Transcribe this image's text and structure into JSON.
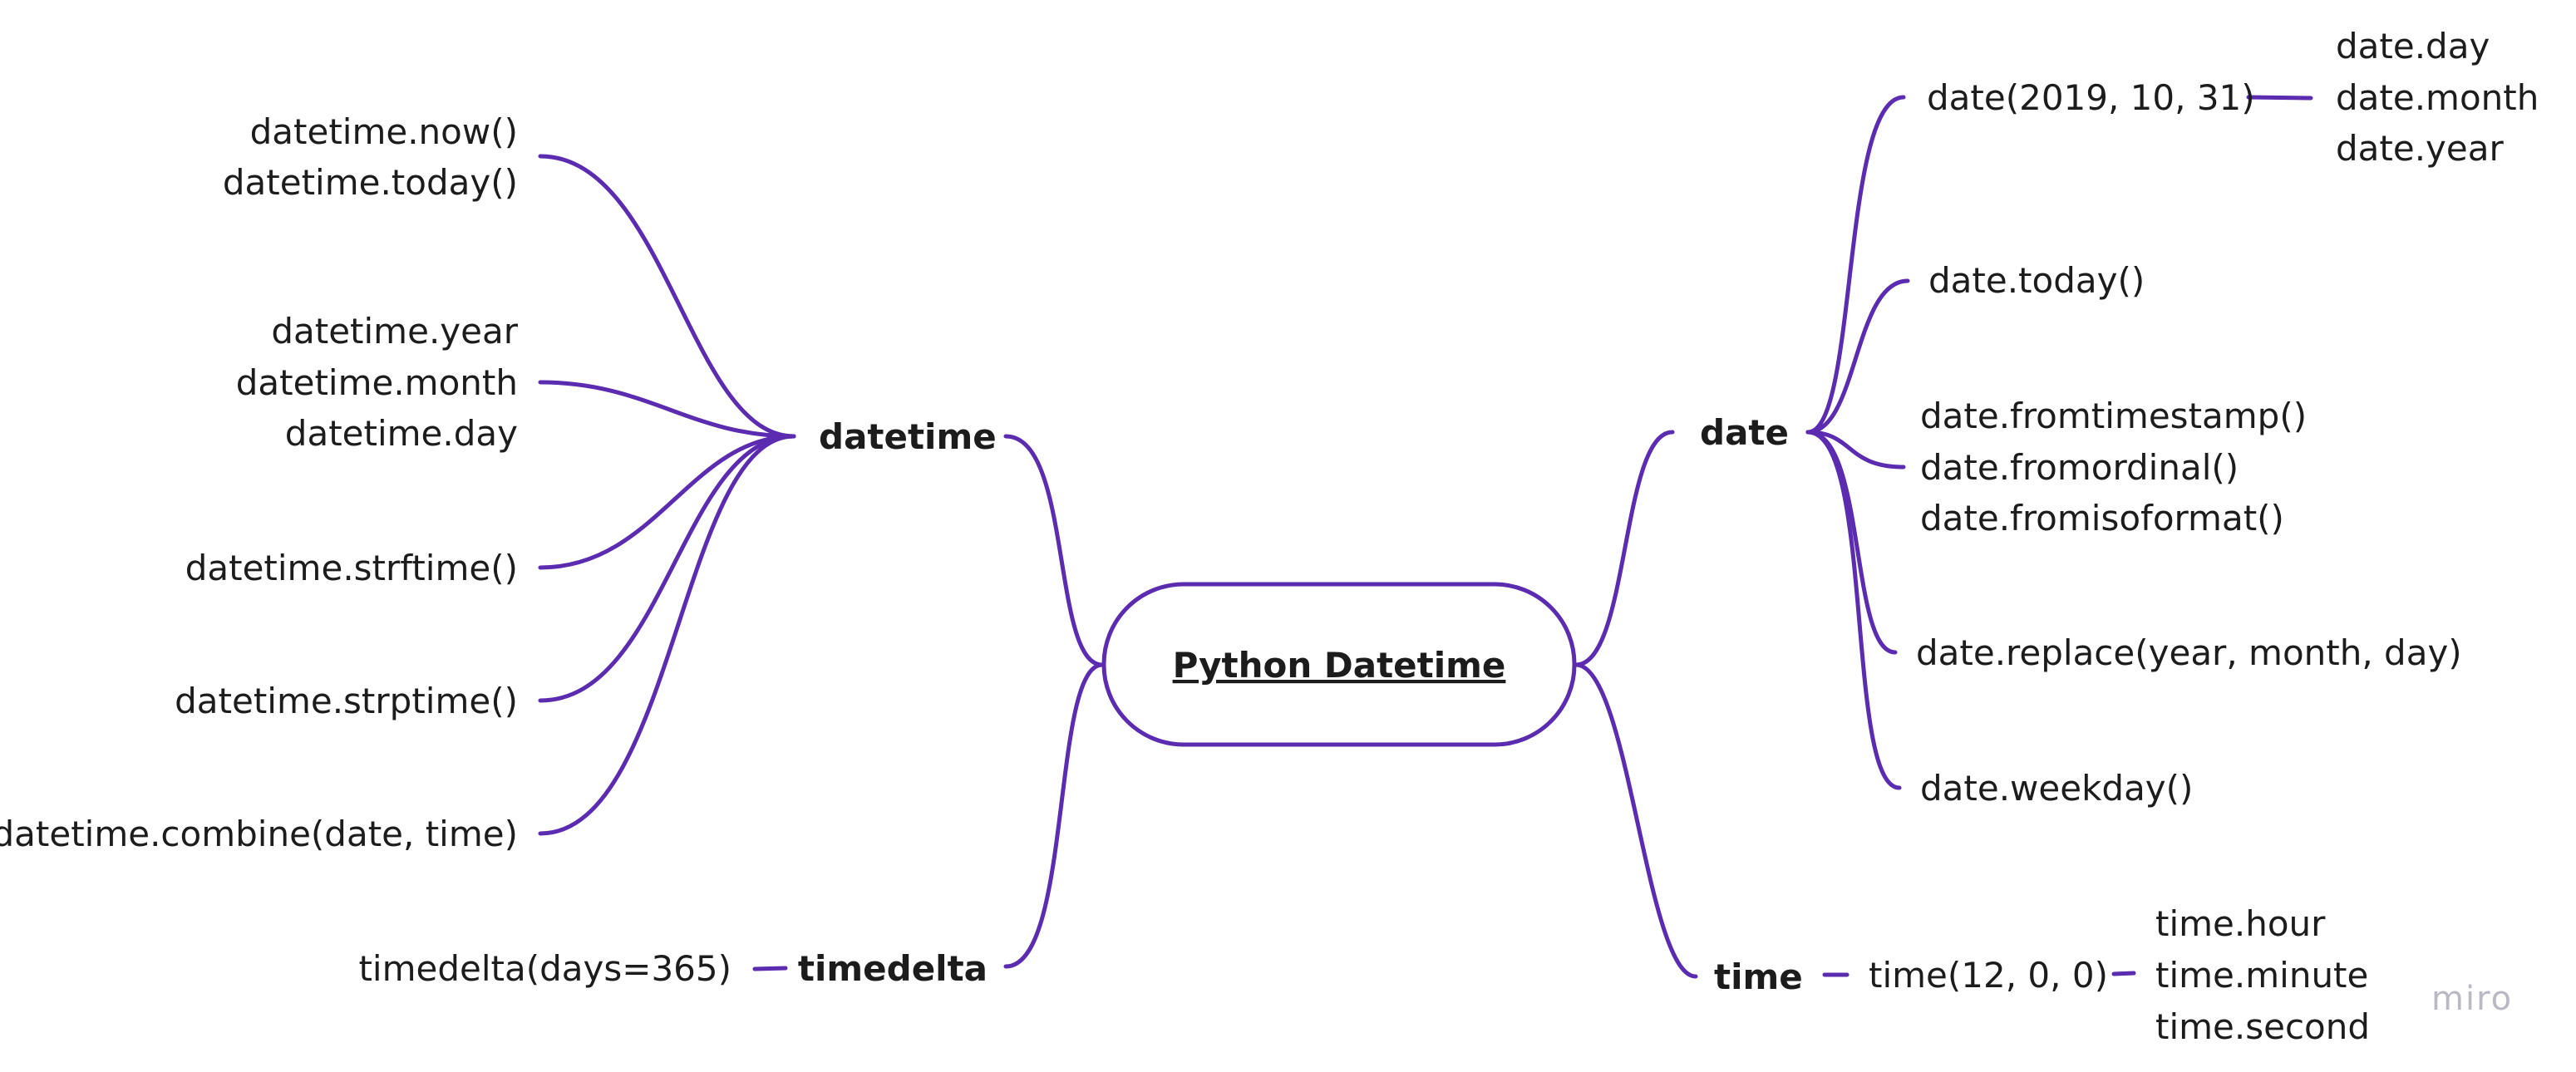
{
  "diagram": {
    "root": "Python Datetime",
    "watermark": "miro",
    "branches": {
      "datetime": {
        "label": "datetime",
        "groups": [
          [
            "datetime.now()",
            "datetime.today()"
          ],
          [
            "datetime.year",
            "datetime.month",
            "datetime.day"
          ],
          [
            "datetime.strftime()"
          ],
          [
            "datetime.strptime()"
          ],
          [
            "datetime.combine(date, time)"
          ]
        ]
      },
      "timedelta": {
        "label": "timedelta",
        "child": "timedelta(days=365)"
      },
      "date": {
        "label": "date",
        "groups": [
          [
            "date(2019, 10, 31)"
          ],
          [
            "date.today()"
          ],
          [
            "date.fromtimestamp()",
            "date.fromordinal()",
            "date.fromisoformat()"
          ],
          [
            "date.replace(year, month, day)"
          ],
          [
            "date.weekday()"
          ]
        ],
        "date_ctor_children": [
          "date.day",
          "date.month",
          "date.year"
        ]
      },
      "time": {
        "label": "time",
        "child": "time(12, 0, 0)",
        "time_ctor_children": [
          "time.hour",
          "time.minute",
          "time.second"
        ]
      }
    }
  }
}
